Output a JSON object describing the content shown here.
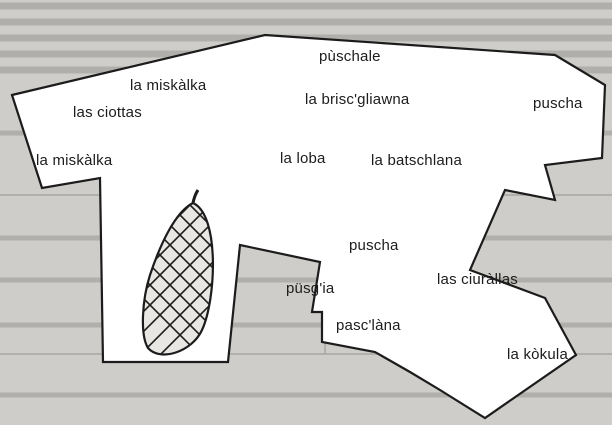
{
  "labels": {
    "puschale": "pùschale",
    "miskalka_top": "la miskàlka",
    "ciottas": "las ciottas",
    "brisc": "la brisc'gliawna",
    "puscha_right": "puscha",
    "miskalka_left": "la miskàlka",
    "loba": "la loba",
    "batschlana": "la batschlana",
    "puscha_mid": "puscha",
    "pusgia": "püsg'ia",
    "ciurallas": "las ciuràllas",
    "pasclana": "pasc'làna",
    "kokula": "la kòkula"
  },
  "colors": {
    "paper": "#cfcdc9",
    "cutout": "#ffffff",
    "ink": "#1c1c1c",
    "cone_fill": "#e9e7e3"
  },
  "illustration": "pine-cone"
}
